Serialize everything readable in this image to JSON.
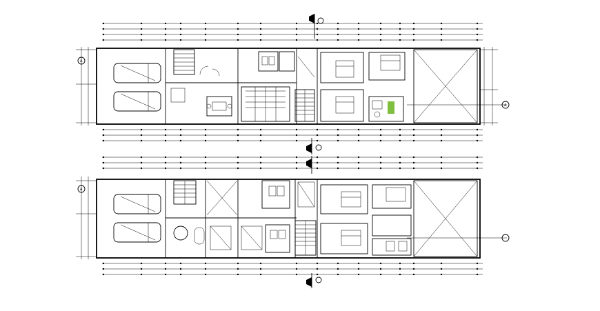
{
  "drawing": {
    "background": "#ffffff",
    "line_color": "#000000",
    "accent_color": "#7fbf3f",
    "plans": [
      {
        "id": "upper-floor-plan"
      },
      {
        "id": "lower-floor-plan"
      }
    ],
    "grid_markers": [
      {
        "id": "grid-A-top",
        "text": "A"
      },
      {
        "id": "grid-A-mid",
        "text": "A"
      },
      {
        "id": "grid-A-bottom",
        "text": "A"
      }
    ]
  }
}
